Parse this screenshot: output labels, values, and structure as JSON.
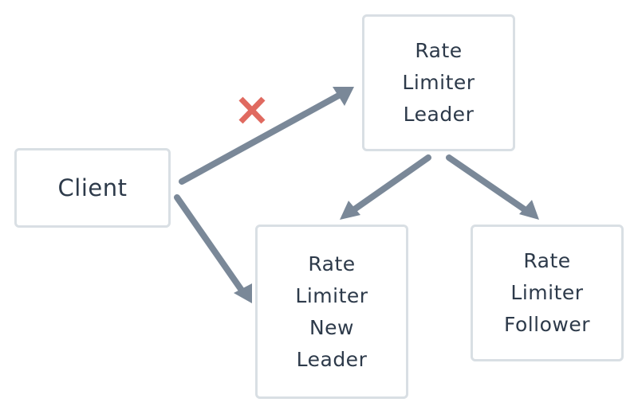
{
  "colors": {
    "edge": "#7a8898",
    "box_border": "#d9dfe4",
    "text": "#2d3a4a",
    "failure_mark": "#e06a60"
  },
  "nodes": {
    "client": {
      "lines": [
        "Client"
      ]
    },
    "leader": {
      "lines": [
        "Rate",
        "Limiter",
        "Leader"
      ]
    },
    "new_leader": {
      "lines": [
        "Rate",
        "Limiter",
        "New",
        "Leader"
      ]
    },
    "follower": {
      "lines": [
        "Rate",
        "Limiter",
        "Follower"
      ]
    }
  },
  "edges": [
    {
      "from": "client",
      "to": "leader",
      "status": "failed"
    },
    {
      "from": "client",
      "to": "new_leader",
      "status": "ok"
    },
    {
      "from": "leader",
      "to": "new_leader",
      "status": "ok"
    },
    {
      "from": "leader",
      "to": "follower",
      "status": "ok"
    }
  ],
  "icons": {
    "failure_mark": "cross-icon"
  }
}
